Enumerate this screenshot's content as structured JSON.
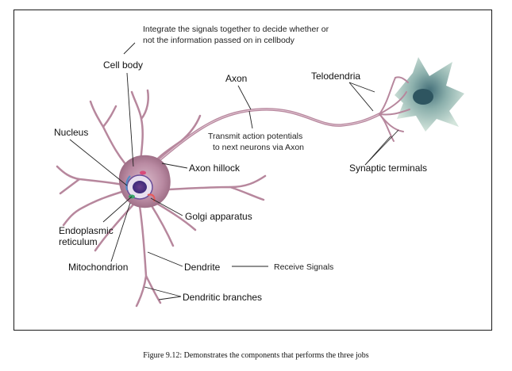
{
  "diagram": {
    "annotations": {
      "integrate": [
        "Integrate the signals together to decide whether or",
        "not the information passed on in cellbody"
      ],
      "transmit": [
        "Transmit action potentials",
        "to next neurons via Axon"
      ],
      "receive": "Receive Signals"
    },
    "labels": {
      "cell_body": "Cell body",
      "axon": "Axon",
      "telodendria": "Telodendria",
      "nucleus": "Nucleus",
      "axon_hillock": "Axon hillock",
      "synaptic_terminals": "Synaptic terminals",
      "endoplasmic_reticulum": [
        "Endoplasmic",
        "reticulum"
      ],
      "golgi_apparatus": "Golgi apparatus",
      "mitochondrion": "Mitochondrion",
      "dendrite": "Dendrite",
      "dendritic_branches": "Dendritic branches"
    }
  },
  "caption": "Figure 9.12: Demonstrates the components that performs the three jobs"
}
